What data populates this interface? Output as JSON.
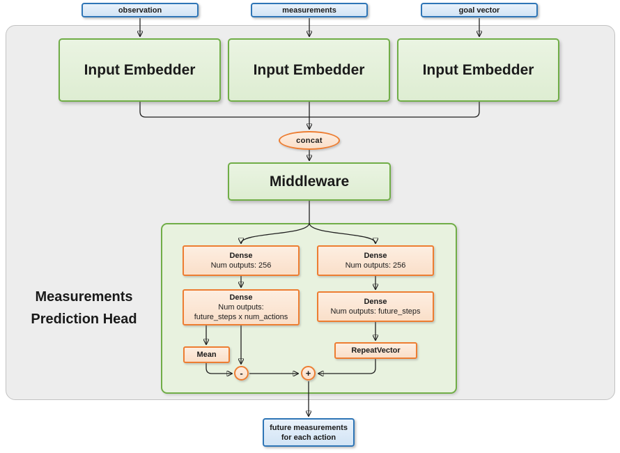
{
  "colors": {
    "blue_fill": "#dbe9f7",
    "blue_border": "#2e75b6",
    "green_fill": "#e2efda",
    "green_border": "#70ad47",
    "orange_fill": "#fce4d6",
    "orange_border": "#ed7d31",
    "panel_fill": "#ededed",
    "panel_border": "#c2c2c2",
    "line": "#1f1f1f"
  },
  "inputs": [
    {
      "label": "observation"
    },
    {
      "label": "measurements"
    },
    {
      "label": "goal vector"
    }
  ],
  "embedders": [
    {
      "label": "Input Embedder"
    },
    {
      "label": "Input Embedder"
    },
    {
      "label": "Input Embedder"
    }
  ],
  "concat": {
    "label": "concat"
  },
  "middleware": {
    "label": "Middleware"
  },
  "head": {
    "title_line1": "Measurements",
    "title_line2": "Prediction Head",
    "dense_left_top": {
      "title": "Dense",
      "line1": "Num outputs: 256"
    },
    "dense_right_top": {
      "title": "Dense",
      "line1": "Num outputs: 256"
    },
    "dense_left_bottom": {
      "title": "Dense",
      "line1": "Num outputs:",
      "line2": "future_steps x num_actions"
    },
    "dense_right_bottom": {
      "title": "Dense",
      "line1": "Num outputs: future_steps"
    },
    "mean": {
      "label": "Mean"
    },
    "repeat_vector": {
      "label": "RepeatVector"
    },
    "minus_op": {
      "label": "-"
    },
    "plus_op": {
      "label": "+"
    }
  },
  "output": {
    "line1": "future measurements",
    "line2": "for each action"
  }
}
